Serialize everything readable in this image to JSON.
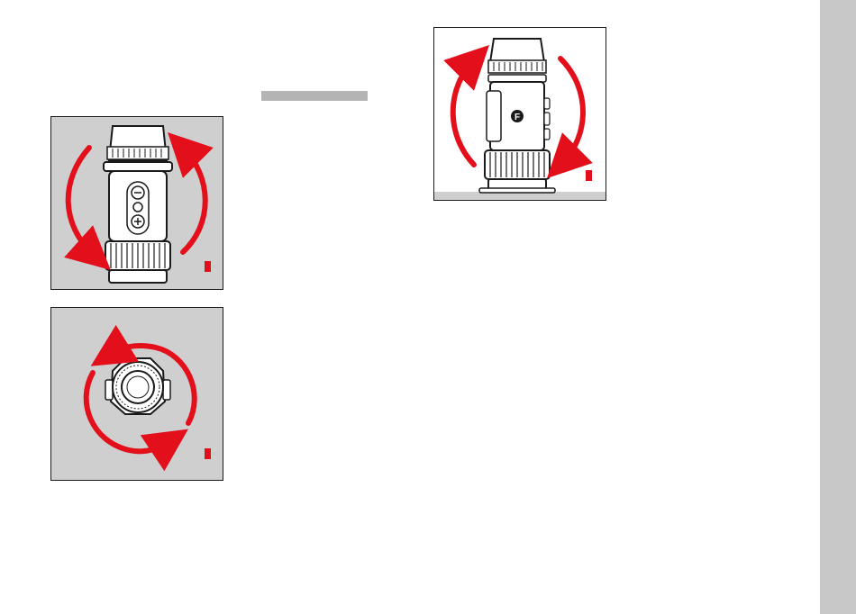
{
  "page": {
    "background": "#ffffff",
    "sidebar_tab_color": "#c8c8c8",
    "section_bar_color": "#b4b4b4"
  },
  "figures": [
    {
      "id": "fig1",
      "subject": "monocular-front-view",
      "background": "#cfcfcf",
      "arrow_color": "#e3101b",
      "icons": [
        "minus-button-icon",
        "center-button-icon",
        "plus-button-icon"
      ]
    },
    {
      "id": "fig2",
      "subject": "eyepiece-top-view",
      "background": "#cfcfcf",
      "arrow_color": "#e3101b"
    },
    {
      "id": "fig3",
      "subject": "monocular-side-view",
      "background": "#ffffff",
      "arrow_color": "#e3101b",
      "icons": [
        "function-button-icon"
      ],
      "button_glyph": "F"
    }
  ]
}
